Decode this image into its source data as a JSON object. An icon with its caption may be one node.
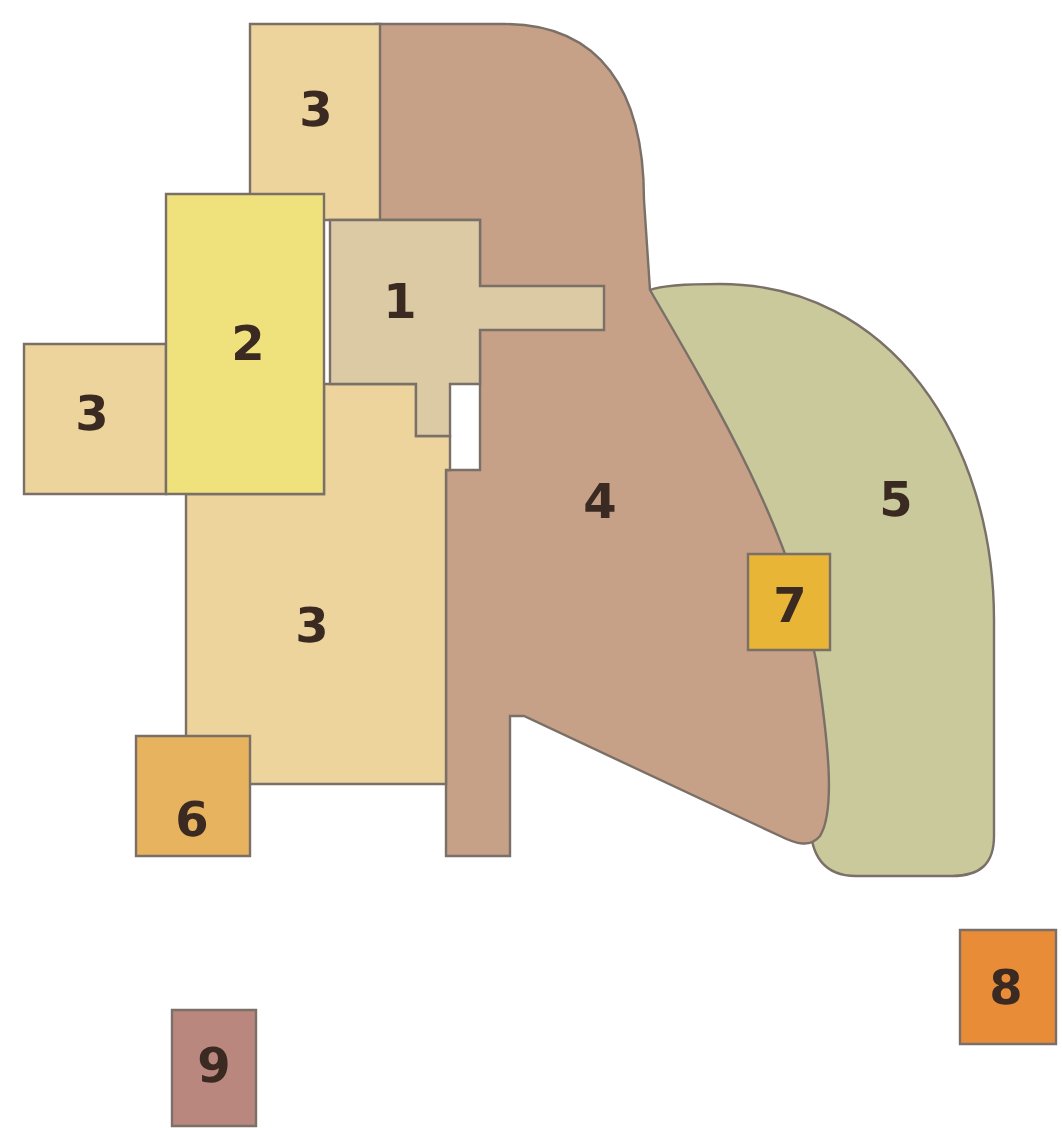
{
  "diagram": {
    "nodes": [
      {
        "text": [
          "3"
        ]
      },
      {
        "text": [
          "1"
        ]
      },
      {
        "text": [
          "2"
        ]
      },
      {
        "text": [
          "3"
        ]
      },
      {
        "text": [
          "4"
        ]
      },
      {
        "text": [
          "5"
        ]
      },
      {
        "text": [
          "7"
        ]
      },
      {
        "text": [
          "3"
        ]
      },
      {
        "text": [
          "6"
        ]
      },
      {
        "text": [
          "8"
        ]
      },
      {
        "text": [
          "9"
        ]
      }
    ]
  }
}
